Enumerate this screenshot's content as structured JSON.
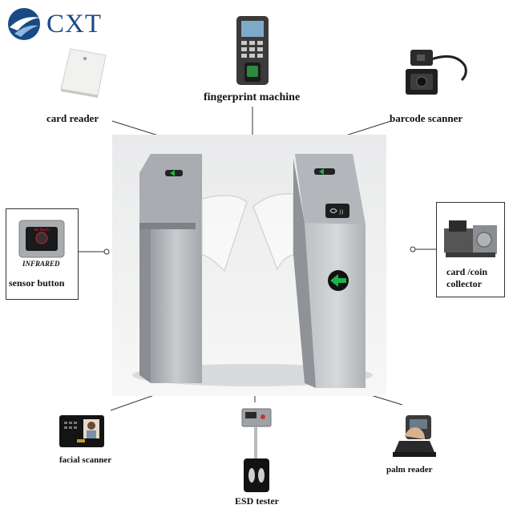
{
  "brand": {
    "name": "CXT",
    "color": "#1a4a86"
  },
  "labels": {
    "card_reader": "card reader",
    "fingerprint_machine": "fingerprint machine",
    "barcode_scanner": "barcode scanner",
    "sensor_button_line1": "INFRARED",
    "sensor_button_line2": "sensor button",
    "card_coin_collector_line1": "card /coin",
    "card_coin_collector_line2": "collector",
    "facial_scanner": "facial scanner",
    "esd_tester": "ESD tester",
    "palm_reader": "palm reader"
  },
  "icons": {
    "logo": "cxt-logo-icon",
    "card_reader": "card-reader-icon",
    "fingerprint_machine": "fingerprint-machine-icon",
    "barcode_scanner": "barcode-scanner-icon",
    "sensor_button": "sensor-button-icon",
    "card_collector": "card-collector-icon",
    "facial_scanner": "facial-scanner-icon",
    "esd_tester": "esd-tester-icon",
    "palm_reader": "palm-reader-icon",
    "turnstile": "flap-barrier-turnstile"
  },
  "colors": {
    "steel": "#b9bcbf",
    "steel_dark": "#8c9094",
    "indicator_green": "#1db34a",
    "line": "#333333"
  }
}
